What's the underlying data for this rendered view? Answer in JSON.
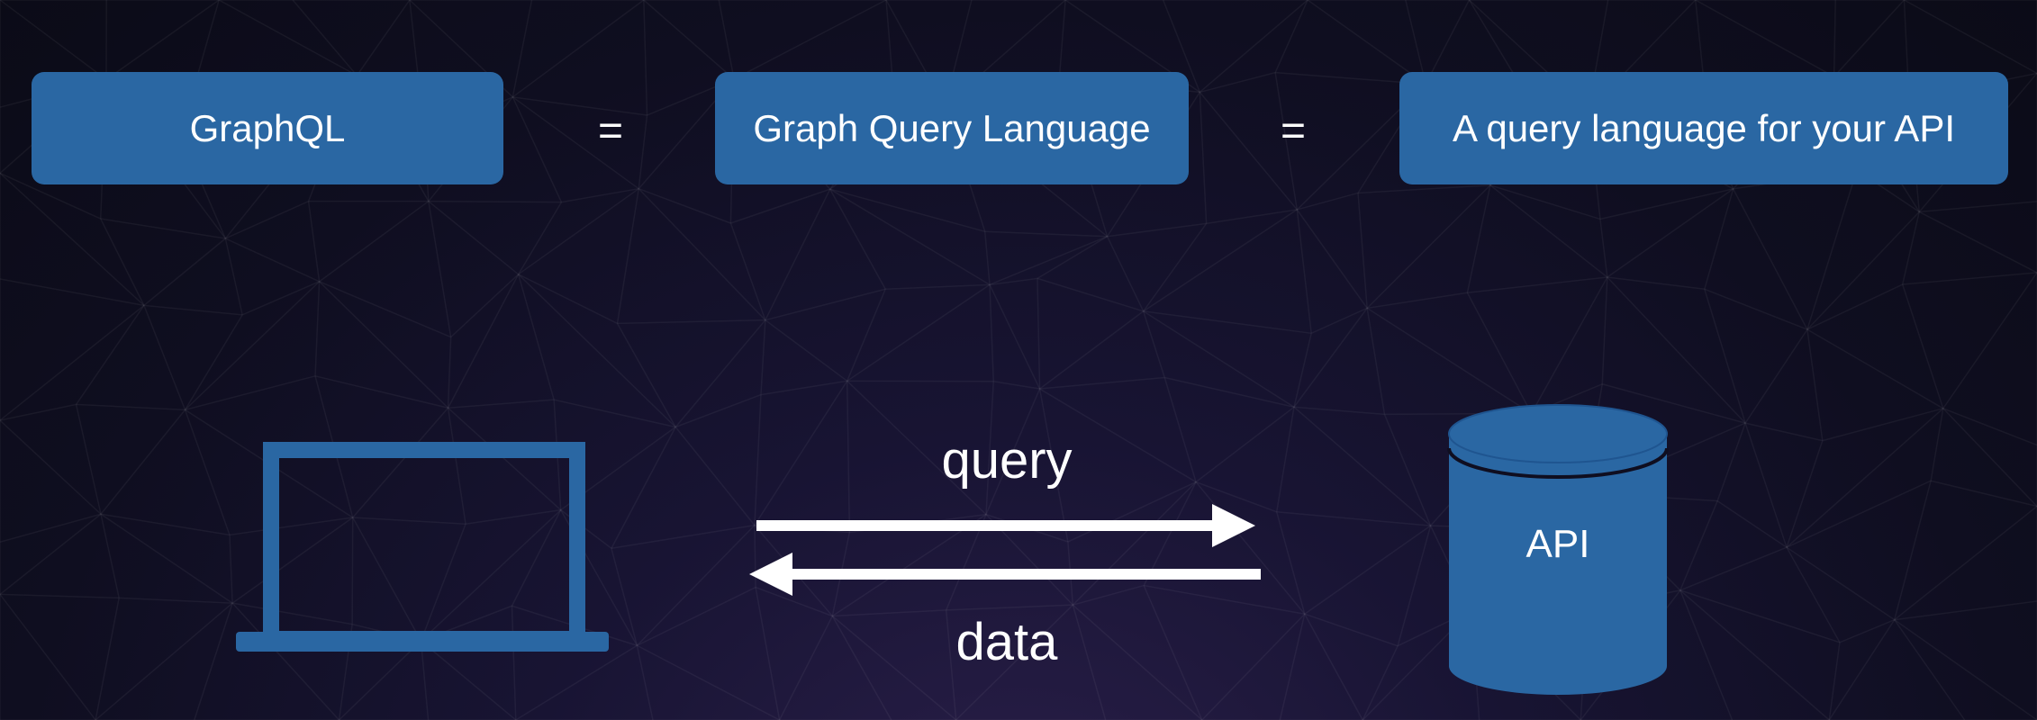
{
  "boxes": [
    {
      "label": "GraphQL"
    },
    {
      "label": "Graph Query Language"
    },
    {
      "label": "A query language for your API"
    }
  ],
  "equals": [
    "=",
    "="
  ],
  "flow": {
    "query_label": "query",
    "data_label": "data",
    "api_label": "API"
  },
  "icons": {
    "client": "laptop-icon",
    "server": "database-icon"
  },
  "colors": {
    "accent": "#2a67a3",
    "text": "#ffffff",
    "background": "#0f0e20"
  }
}
